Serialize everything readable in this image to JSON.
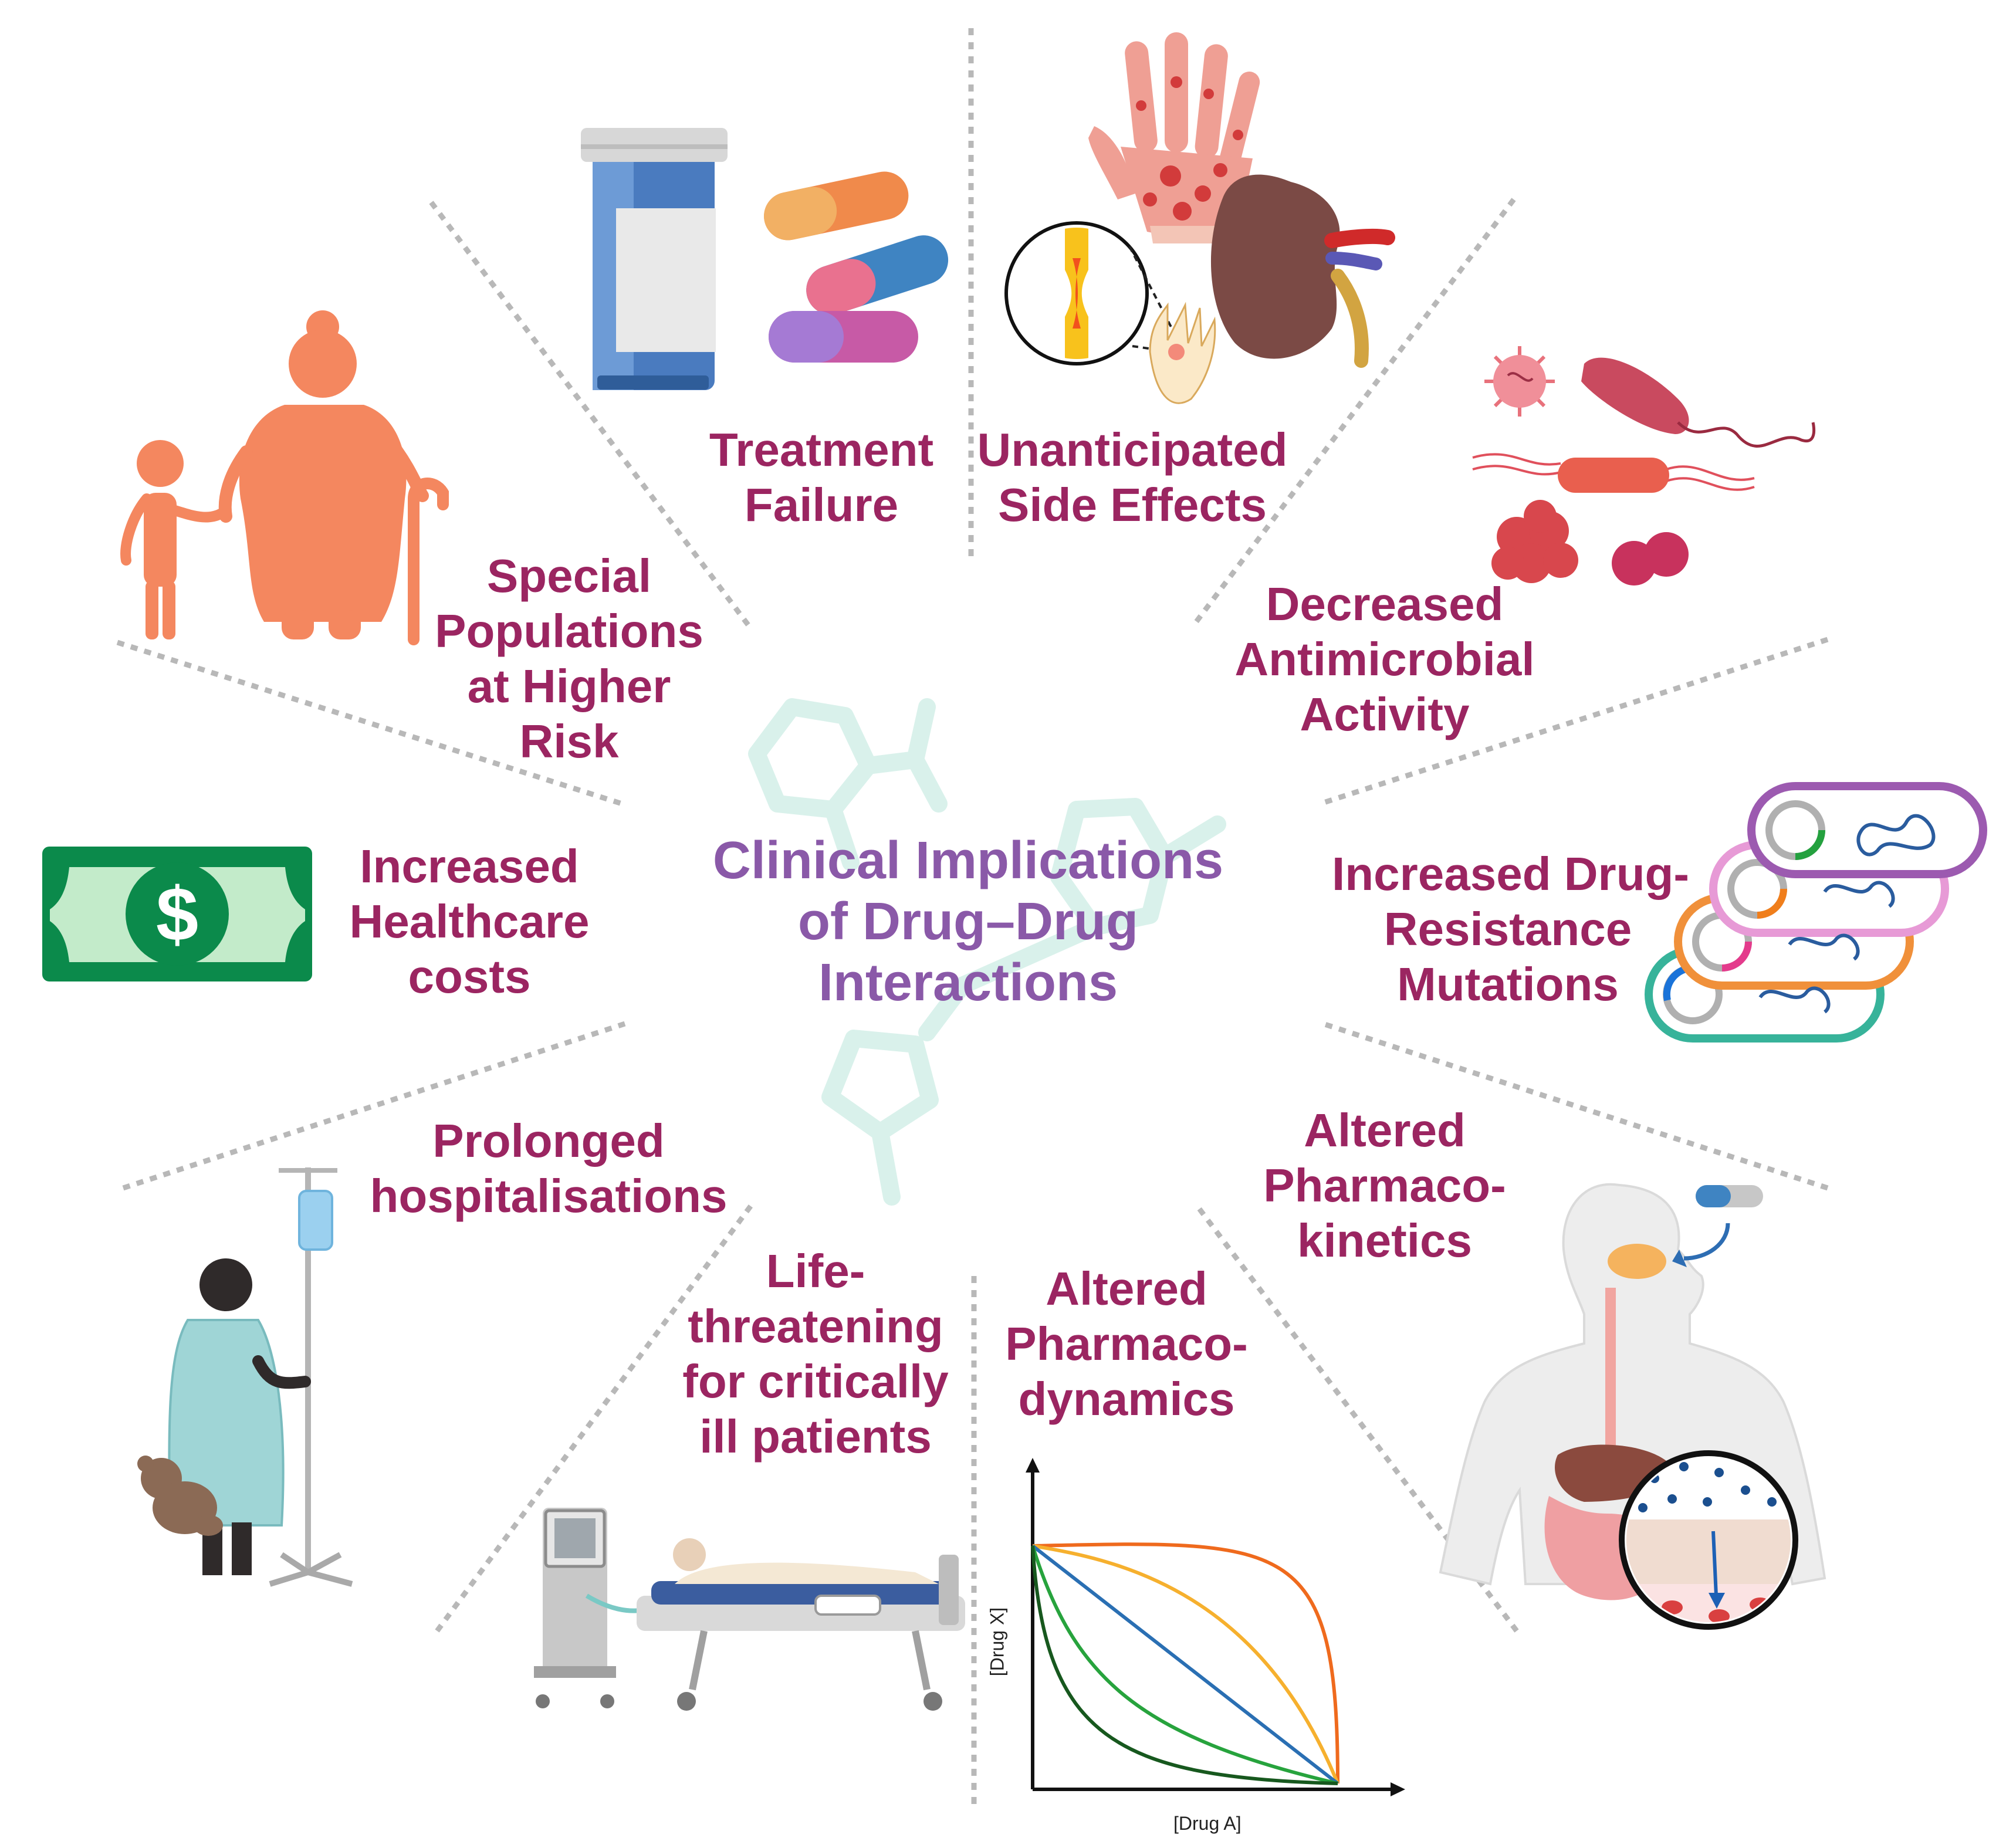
{
  "center_title": [
    "Clinical Implications",
    "of Drug–Drug",
    "Interactions"
  ],
  "implications": [
    {
      "id": "treatment-failure",
      "lines": [
        "Treatment",
        "Failure"
      ],
      "icon": "pill-bottle-capsules-icon"
    },
    {
      "id": "side-effects",
      "lines": [
        "Unanticipated",
        "Side Effects"
      ],
      "icon": "rash-hand-kidney-icon"
    },
    {
      "id": "antimicrobial",
      "lines": [
        "Decreased",
        "Antimicrobial",
        "Activity"
      ],
      "icon": "microbes-icon"
    },
    {
      "id": "resistance",
      "lines": [
        "Increased Drug-",
        "Resistance",
        "Mutations"
      ],
      "icon": "bacteria-plasmid-icon"
    },
    {
      "id": "pharmacokinetics",
      "lines": [
        "Altered",
        "Pharmaco-",
        "kinetics"
      ],
      "icon": "human-digestive-absorption-icon"
    },
    {
      "id": "pharmacodynamics",
      "lines": [
        "Altered",
        "Pharmaco-",
        "dynamics"
      ],
      "icon": "isobologram-chart-icon"
    },
    {
      "id": "critically-ill",
      "lines": [
        "Life-",
        "threatening",
        "for critically",
        "ill patients"
      ],
      "icon": "icu-bed-ventilator-icon"
    },
    {
      "id": "hospitalisation",
      "lines": [
        "Prolonged",
        "hospitalisations"
      ],
      "icon": "child-patient-iv-icon"
    },
    {
      "id": "costs",
      "lines": [
        "Increased",
        "Healthcare",
        "costs"
      ],
      "icon": "dollar-bill-icon"
    },
    {
      "id": "special-populations",
      "lines": [
        "Special",
        "Populations",
        "at Higher",
        "Risk"
      ],
      "icon": "child-elderly-woman-icon"
    }
  ],
  "pd_chart": {
    "xlabel": "[Drug A]",
    "ylabel": "[Drug X]"
  },
  "bill_symbol": "$",
  "colors": {
    "label": "#9b2561",
    "center": "#8a59a8",
    "divider": "#b5b5b5",
    "molecule": "#d7f0ea"
  }
}
